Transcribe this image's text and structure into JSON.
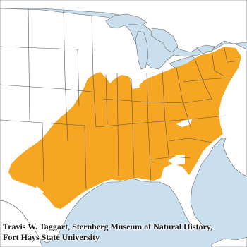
{
  "map": {
    "subject": "species range map, eastern United States",
    "credit": {
      "line1": "Travis W. Taggart, Sternberg Museum of Natural History,",
      "line2": "Fort Hays State University"
    },
    "colors": {
      "range_fill": "#f5a623",
      "land": "#ffffff",
      "water": "#c9dfee",
      "borders": "#555555"
    }
  }
}
